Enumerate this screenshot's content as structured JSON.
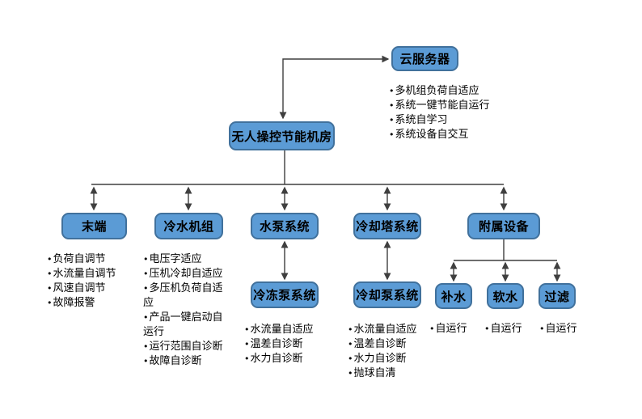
{
  "styles": {
    "node_fill": "#5b9bd5",
    "node_border": "#41719c",
    "line_color": "#3f3f3f",
    "background": "#ffffff",
    "text_color": "#000000"
  },
  "nodes": {
    "cloud": {
      "label": "云服务器",
      "bullets": [
        "多机组负荷自适应",
        "系统一键节能自运行",
        "系统自学习",
        "系统设备自交互"
      ]
    },
    "main": {
      "label": "无人操控节能机房"
    },
    "terminal": {
      "label": "末端",
      "bullets": [
        "负荷自调节",
        "水流量自调节",
        "风速自调节",
        "故障报警"
      ]
    },
    "chiller": {
      "label": "冷水机组",
      "bullets": [
        "电压字适应",
        "压机冷却自适应",
        "多压机负荷自适应",
        "产品一键启动自运行",
        "运行范围自诊断",
        "故障自诊断"
      ]
    },
    "pump_system": {
      "label": "水泵系统"
    },
    "chilled_pump": {
      "label": "冷冻泵系统",
      "bullets": [
        "水流量自适应",
        "温差自诊断",
        "水力自诊断"
      ]
    },
    "cooling_tower": {
      "label": "冷却塔系统"
    },
    "cooling_pump": {
      "label": "冷却泵系统",
      "bullets": [
        "水流量自适应",
        "温差自诊断",
        "水力自诊断",
        "抛球自清"
      ]
    },
    "auxiliary": {
      "label": "附属设备"
    },
    "makeup_water": {
      "label": "补水",
      "bullets": [
        "自运行"
      ]
    },
    "soft_water": {
      "label": "软水",
      "bullets": [
        "自运行"
      ]
    },
    "filter": {
      "label": "过滤",
      "bullets": [
        "自运行"
      ]
    }
  }
}
